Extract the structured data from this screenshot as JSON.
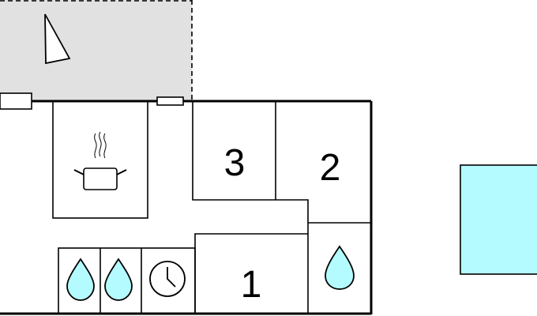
{
  "rooms": [
    {
      "id": "room-1",
      "label": "1"
    },
    {
      "id": "room-2",
      "label": "2"
    },
    {
      "id": "room-3",
      "label": "3"
    }
  ],
  "icons": {
    "kitchen": "cooking-pot-icon",
    "bathroom": "water-drop-icon",
    "washer": "water-drop-icon",
    "dryer": "water-drop-icon",
    "boiler": "clock-icon",
    "compass": "north-arrow-icon"
  },
  "colors": {
    "terrace": "#e1e1e1",
    "pool": "#b3fbfe",
    "water_drop": "#b3fbfe",
    "walls": "#000000"
  }
}
